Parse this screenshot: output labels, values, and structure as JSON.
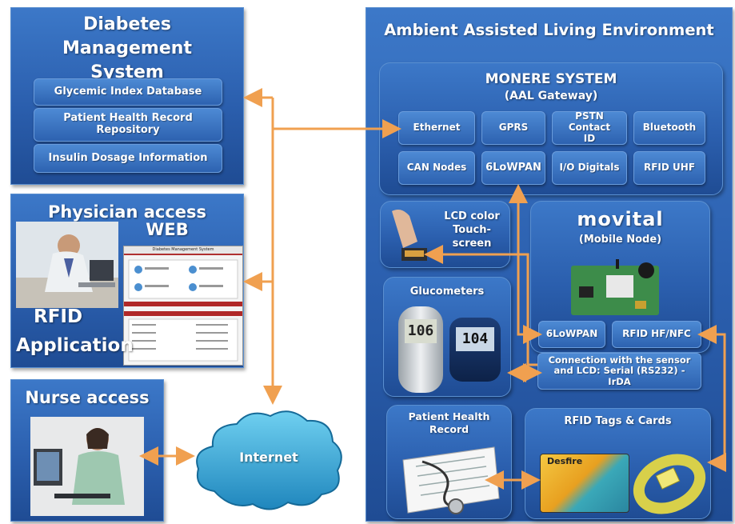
{
  "dms": {
    "title": "Diabetes Management System",
    "items": [
      "Glycemic Index Database",
      "Patient Health Record Repository",
      "Insulin Dosage Information"
    ]
  },
  "physician": {
    "title_line1": "Physician access",
    "title_line2": "WEB",
    "sub_line1": "RFID",
    "sub_line2": "Application",
    "web_header": "Diabetes Management System"
  },
  "nurse": {
    "title": "Nurse access"
  },
  "internet": {
    "label": "Internet"
  },
  "aal": {
    "title": "Ambient Assisted Living Environment",
    "monere_title": "MONERE SYSTEM",
    "monere_subtitle": "(AAL Gateway)",
    "modules": [
      "Ethernet",
      "GPRS",
      "PSTN Contact ID",
      "Bluetooth",
      "CAN Nodes",
      "6LoWPAN",
      "I/O Digitals",
      "RFID UHF"
    ],
    "lcd_label": "LCD color Touch-screen",
    "glucometers_label": "Glucometers",
    "glucometer_reading_1": "106",
    "glucometer_reading_2": "104",
    "movital_logo": "movital",
    "movital_subtitle": "(Mobile Node)",
    "node_modules": [
      "6LoWPAN",
      "RFID HF/NFC"
    ],
    "connection_label": "Connection with the sensor and LCD: Serial (RS232) - IrDA",
    "phr_label": "Patient Health Record",
    "rfid_tags_label": "RFID Tags & Cards",
    "card_brand": "Desfire"
  },
  "colors": {
    "panel": "#2b5fae",
    "arrow": "#f0a050",
    "internet_cloud": "#3aa9d8"
  }
}
